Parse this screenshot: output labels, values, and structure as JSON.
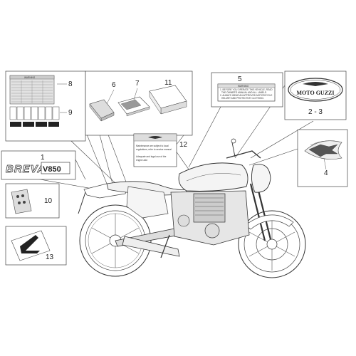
{
  "callouts": {
    "n1": "1",
    "n2_3": "2 - 3",
    "n4": "4",
    "n5": "5",
    "n6": "6",
    "n7": "7",
    "n8": "8",
    "n9": "9",
    "n10": "10",
    "n11": "11",
    "n12": "12",
    "n13": "13"
  },
  "labels": {
    "breva_text": "BREVA",
    "breva_model": "V850",
    "warning_header_8": "WARNING",
    "warning_header_5": "WARNING",
    "warning_5_lines": [
      "1. BEFORE YOU OPERATE THIS VEHICLE, READ",
      "THE OWNER'S MANUAL AND ALL LABELS.",
      "2. ALWAYS WEAR AN APPROVED MOTORCYCLE",
      "HELMET AND PROTECTIVE CLOTHING."
    ],
    "moto_guzzi_logo": "MOTO GUZZI",
    "label_12_lines": [
      "Maintenance are subject to local",
      "regulations, refer to service manual",
      "",
      "Adequate and legal use of the",
      "engine add"
    ]
  },
  "colors": {
    "line": "#444444",
    "label_fill": "#e2e2e2",
    "dark_fill": "#333333"
  }
}
